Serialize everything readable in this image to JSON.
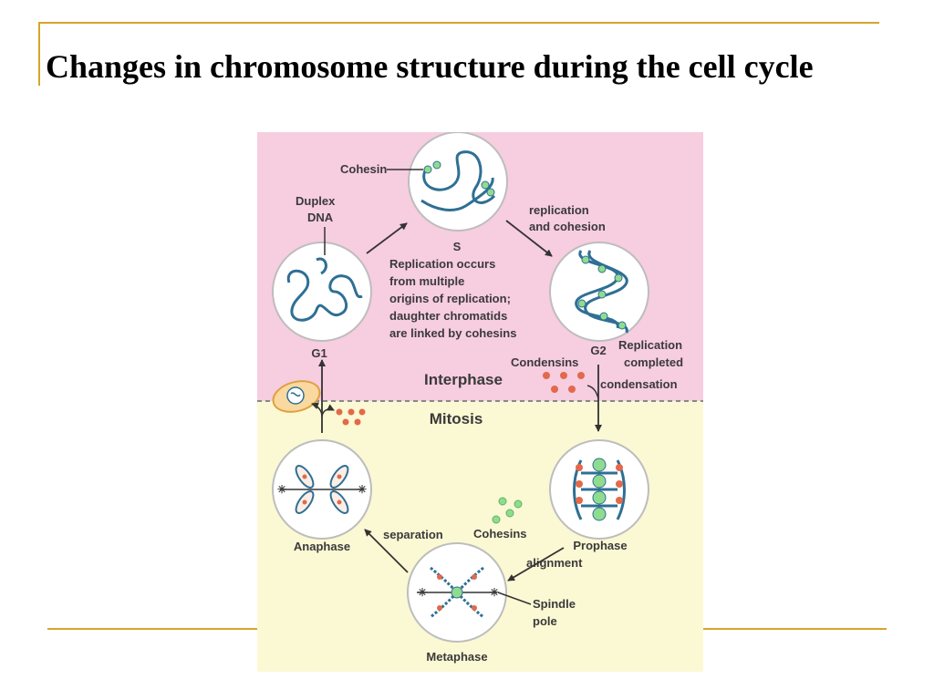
{
  "slide": {
    "title": "Changes in chromosome structure during the cell cycle"
  },
  "diagram": {
    "phases": {
      "interphase": "Interphase",
      "mitosis": "Mitosis"
    },
    "stages": {
      "g1": "G1",
      "s": "S",
      "g2": "G2",
      "prophase": "Prophase",
      "metaphase": "Metaphase",
      "anaphase": "Anaphase"
    },
    "labels": {
      "cohesin": "Cohesin",
      "duplex_dna_1": "Duplex",
      "duplex_dna_2": "DNA",
      "replication_cohesion_1": "replication",
      "replication_cohesion_2": "and cohesion",
      "s_desc_1": "Replication occurs",
      "s_desc_2": "from multiple",
      "s_desc_3": "origins of replication;",
      "s_desc_4": "daughter chromatids",
      "s_desc_5": "are linked by cohesins",
      "replication_completed_1": "Replication",
      "replication_completed_2": "completed",
      "condensins": "Condensins",
      "condensation": "condensation",
      "cohesins": "Cohesins",
      "alignment": "alignment",
      "separation": "separation",
      "spindle_pole_1": "Spindle",
      "spindle_pole_2": "pole"
    },
    "colors": {
      "interphase_bg": "#f7cde0",
      "mitosis_bg": "#fbf8d4",
      "dna": "#2f6f94",
      "cohesin": "#8fdc8f",
      "condensin": "#e2694a",
      "accent_rule": "#d7a52a"
    }
  }
}
